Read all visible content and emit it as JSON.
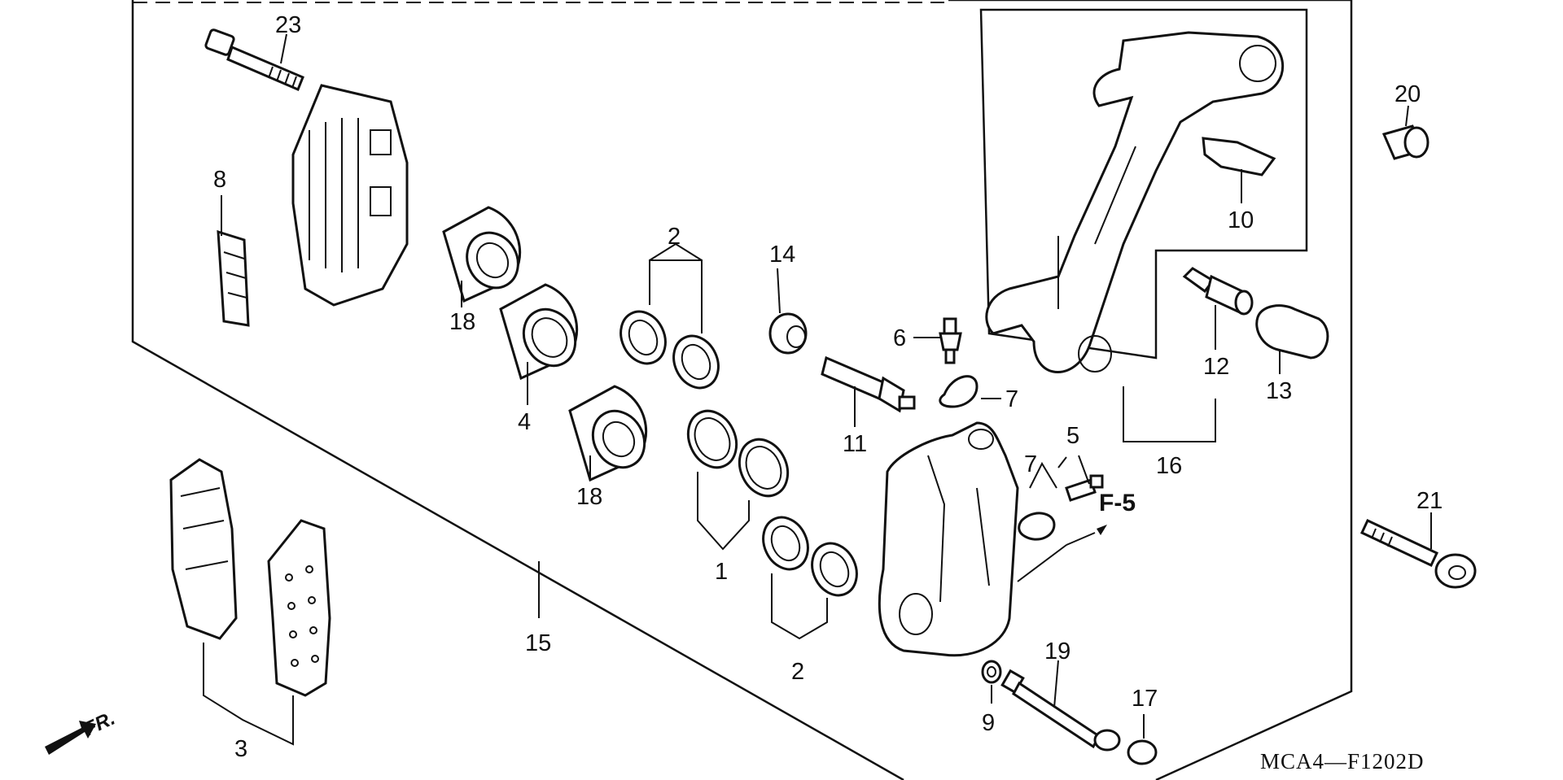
{
  "diagram": {
    "code": "MCA4—F1202D",
    "direction_label": "FR.",
    "cross_ref": "F-5",
    "callouts": {
      "c23": "23",
      "c8": "8",
      "c18a": "18",
      "c18b": "18",
      "c4": "4",
      "c2a": "2",
      "c2b": "2",
      "c14": "14",
      "c6": "6",
      "c7a": "7",
      "c7b": "7",
      "c11": "11",
      "c1": "1",
      "c5": "5",
      "c9": "9",
      "c19": "19",
      "c17": "17",
      "c15": "15",
      "c3": "3",
      "c10": "10",
      "c12": "12",
      "c13": "13",
      "c16": "16",
      "c20": "20",
      "c21": "21"
    }
  }
}
